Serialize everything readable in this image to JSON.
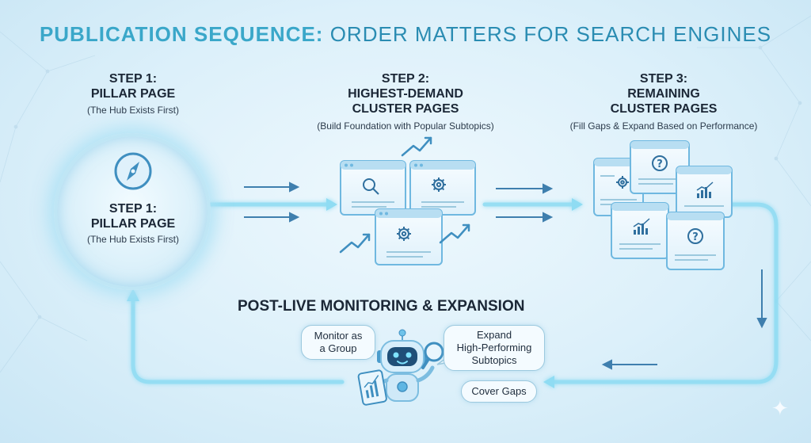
{
  "header": {
    "title_accent": "PUBLICATION SEQUENCE:",
    "title_rest": "ORDER MATTERS FOR SEARCH ENGINES"
  },
  "step1": {
    "heading_line1": "STEP 1:",
    "heading_line2": "PILLAR PAGE",
    "subtitle": "(The Hub Exists First)"
  },
  "step1_circle": {
    "heading_line1": "STEP 1:",
    "heading_line2": "PILLAR PAGE",
    "subtitle": "(The Hub Exists First)"
  },
  "step2": {
    "heading_line1": "STEP 2:",
    "heading_line2": "HIGHEST-DEMAND",
    "heading_line3": "CLUSTER PAGES",
    "subtitle": "(Build Foundation with Popular Subtopics)"
  },
  "step3": {
    "heading_line1": "STEP 3:",
    "heading_line2": "REMAINING",
    "heading_line3": "CLUSTER PAGES",
    "subtitle": "(Fill Gaps & Expand Based on Performance)"
  },
  "monitoring": {
    "title": "POST-LIVE MONITORING & EXPANSION",
    "bubble_monitor_line1": "Monitor as",
    "bubble_monitor_line2": "a Group",
    "bubble_expand_line1": "Expand",
    "bubble_expand_line2": "High-Performing",
    "bubble_expand_line3": "Subtopics",
    "bubble_gaps": "Cover Gaps"
  },
  "colors": {
    "accent": "#3aa7c9",
    "flow": "#7fd3ef",
    "arrow_dark": "#3f7fae",
    "page_frame": "#6fb8e0"
  },
  "icons": [
    "compass-icon",
    "search-icon",
    "gear-icon",
    "question-icon",
    "bar-chart-icon",
    "trend-arrow-icon",
    "robot-icon",
    "magnifier-icon",
    "tablet-chart-icon",
    "sparkle-icon"
  ]
}
